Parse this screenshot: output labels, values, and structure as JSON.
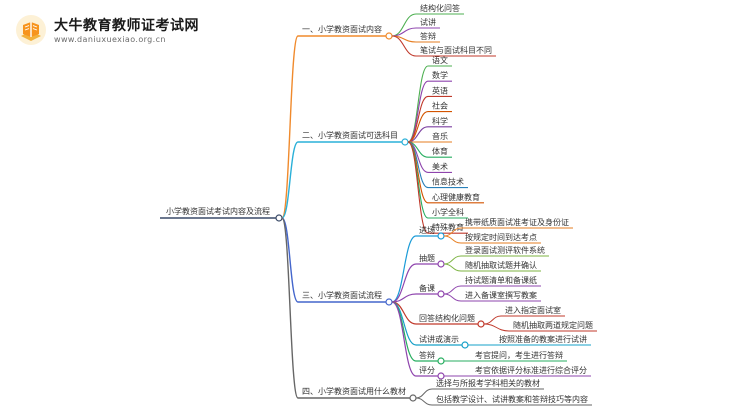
{
  "brand": {
    "title": "大牛教育教师证考试网",
    "url": "www.daniuxuexiao.org.cn"
  },
  "colors": {
    "center": "#3a4a68",
    "b1": "#f08a2c",
    "b2": "#2ab0d8",
    "b3": "#4466cc",
    "b4": "#666666",
    "l1": [
      "#4caf50",
      "#8e44ad",
      "#e67e22",
      "#c0392b"
    ],
    "l2": [
      "#4caf50",
      "#8e44ad",
      "#c0392b",
      "#d35400",
      "#7b3fa0",
      "#e67e22",
      "#27ae60",
      "#8e44ad",
      "#2980b9",
      "#d35400",
      "#27ae60",
      "#c0392b"
    ],
    "l3": [
      "#1a9bd7",
      "#8e44ad",
      "#8e44ad",
      "#c0392b",
      "#16a0c8",
      "#27ae60",
      "#8e44ad"
    ],
    "l3leaf": [
      "#e67e22",
      "#7cb342",
      "#8e44ad",
      "#c0392b",
      "#16a0c8",
      "#27ae60",
      "#8e44ad"
    ]
  },
  "mindmap": {
    "center": "小学教资面试考试内容及流程",
    "b1": {
      "label": "一、小学教资面试内容",
      "items": [
        "结构化问答",
        "试讲",
        "答辩",
        "笔试与面试科目不同"
      ]
    },
    "b2": {
      "label": "二、小学教资面试可选科目",
      "items": [
        "语文",
        "数学",
        "英语",
        "社会",
        "科学",
        "音乐",
        "体育",
        "美术",
        "信息技术",
        "心理健康教育",
        "小学全科",
        "特殊教育"
      ]
    },
    "b3": {
      "label": "三、小学教资面试流程",
      "steps": [
        {
          "label": "进场",
          "items": [
            "携带纸质面试准考证及身份证",
            "按规定时间到达考点"
          ]
        },
        {
          "label": "抽题",
          "items": [
            "登录面试测评软件系统",
            "随机抽取试题并确认"
          ]
        },
        {
          "label": "备课",
          "items": [
            "持试题清单和备课纸",
            "进入备课室撰写教案"
          ]
        },
        {
          "label": "回答结构化问题",
          "items": [
            "进入指定面试室",
            "随机抽取两道规定问题"
          ]
        },
        {
          "label": "试讲或演示",
          "items": [
            "按照准备的教案进行试讲"
          ]
        },
        {
          "label": "答辩",
          "items": [
            "考官提问，考生进行答辩"
          ]
        },
        {
          "label": "评分",
          "items": [
            "考官依据评分标准进行综合评分"
          ]
        }
      ]
    },
    "b4": {
      "label": "四、小学教资面试用什么教材",
      "items": [
        "选择与所报考学科相关的教材",
        "包括教学设计、试讲教案和答辩技巧等内容"
      ]
    }
  }
}
